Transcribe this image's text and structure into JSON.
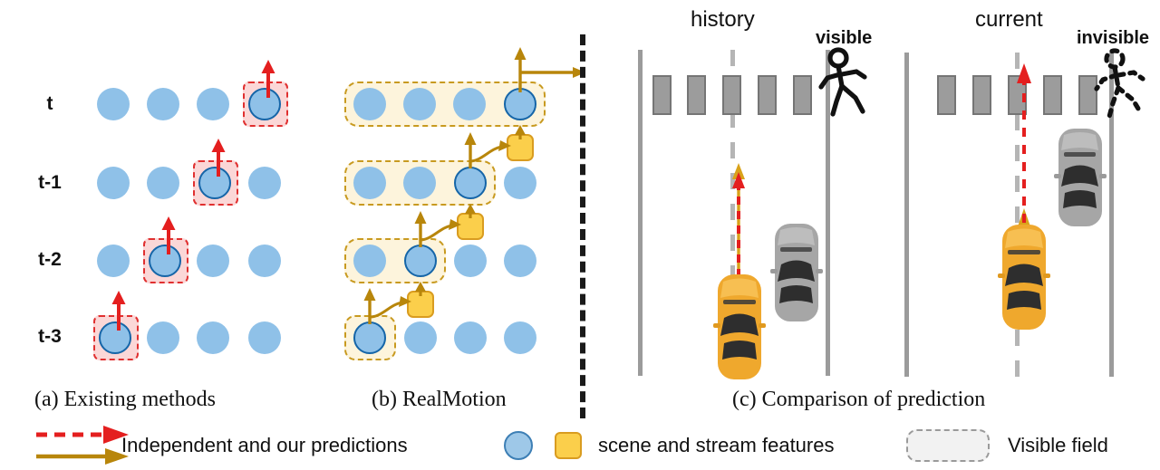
{
  "figure": {
    "panels": [
      {
        "id": "a",
        "caption": "(a) Existing methods"
      },
      {
        "id": "b",
        "caption": "(b) RealMotion"
      },
      {
        "id": "c",
        "caption": "(c) Comparison of prediction"
      }
    ],
    "row_labels": [
      "t",
      "t-1",
      "t-2",
      "t-3"
    ],
    "columns": 4,
    "panel_a": {
      "description": "grid of scene feature nodes; one highlighted node per timestep with an independent prediction arrow",
      "highlighted_column_per_row": [
        4,
        3,
        2,
        1
      ],
      "arrow_color": "#e41f1f",
      "highlight_fill": "#fbd7d7",
      "highlight_border": "#e03030"
    },
    "panel_b": {
      "description": "streaming scene features; highlighted node per timestep inside a visible-field band, linked forward by stream feature squares",
      "highlighted_column_per_row": [
        4,
        3,
        2,
        1
      ],
      "band_span_per_row": [
        4,
        3,
        2,
        1
      ],
      "arrow_color": "#b8860b",
      "band_fill": "#fdf4dc",
      "band_border": "#c89a20",
      "stream_square_fill": "#fbcf4b",
      "stream_square_border": "#d99c20"
    },
    "panel_c": {
      "scenes": [
        {
          "id": "history",
          "title": "history",
          "pedestrian_label": "visible",
          "pedestrian_state": "visible"
        },
        {
          "id": "current",
          "title": "current",
          "pedestrian_label": "invisible",
          "pedestrian_state": "invisible"
        }
      ],
      "crosswalk_stripes": 5,
      "ego_car_color": "#f0a830",
      "other_car_color": "#a8a8a8",
      "road_line_color": "#9b9b9b"
    }
  },
  "legend": {
    "items": [
      {
        "id": "predictions",
        "label": "Independent and our predictions",
        "icons": [
          "dashed-red-arrow",
          "solid-gold-arrow"
        ]
      },
      {
        "id": "features",
        "label": "scene and stream features",
        "icons": [
          "blue-circle",
          "yellow-square"
        ]
      },
      {
        "id": "visible-field",
        "label": "Visible field",
        "icons": [
          "dashed-rounded-box"
        ]
      }
    ]
  },
  "colors": {
    "node_blue": "#8fc1e8",
    "node_blue_border": "#1565a8",
    "red": "#e41f1f",
    "gold": "#b8860b",
    "yellow": "#fbcf4b",
    "gray": "#9b9b9b"
  }
}
